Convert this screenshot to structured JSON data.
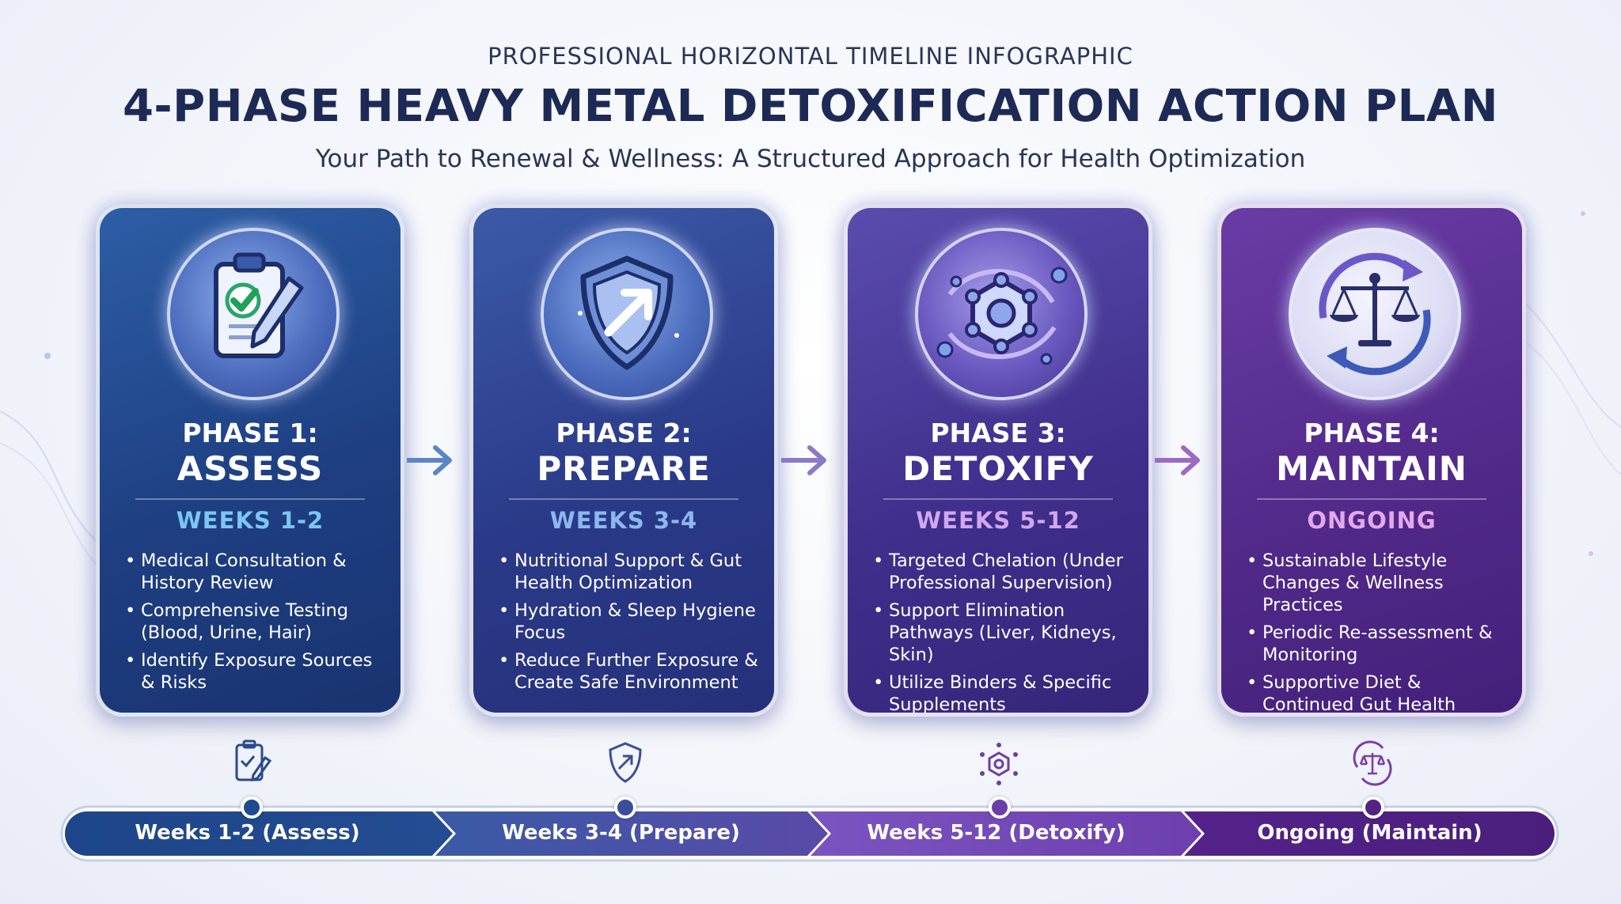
{
  "header": {
    "kicker": "PROFESSIONAL HORIZONTAL TIMELINE INFOGRAPHIC",
    "title": "4-PHASE HEAVY METAL DETOXIFICATION ACTION PLAN",
    "subtitle": "Your Path to Renewal & Wellness: A Structured Approach for Health Optimization"
  },
  "phases": [
    {
      "label": "PHASE 1:",
      "name": "ASSESS",
      "weeks": "WEEKS 1-2",
      "icon": "clipboard-check-icon",
      "bullets": [
        "Medical Consultation & History Review",
        "Comprehensive Testing (Blood, Urine, Hair)",
        "Identify Exposure Sources & Risks"
      ]
    },
    {
      "label": "PHASE 2:",
      "name": "PREPARE",
      "weeks": "WEEKS 3-4",
      "icon": "shield-arrow-icon",
      "bullets": [
        "Nutritional Support & Gut Health Optimization",
        "Hydration & Sleep Hygiene Focus",
        "Reduce Further Exposure & Create Safe Environment"
      ]
    },
    {
      "label": "PHASE 3:",
      "name": "DETOXIFY",
      "weeks": "WEEKS 5-12",
      "icon": "molecule-icon",
      "bullets": [
        "Targeted Chelation (Under Professional Supervision)",
        "Support Elimination Pathways (Liver, Kidneys, Skin)",
        "Utilize Binders & Specific Supplements"
      ]
    },
    {
      "label": "PHASE 4:",
      "name": "MAINTAIN",
      "weeks": "ONGOING",
      "icon": "balance-scale-icon",
      "bullets": [
        "Sustainable Lifestyle Changes & Wellness Practices",
        "Periodic Re-assessment & Monitoring",
        "Supportive Diet & Continued Gut Health"
      ]
    }
  ],
  "timeline": [
    "Weeks 1-2 (Assess)",
    "Weeks 3-4 (Prepare)",
    "Weeks 5-12 (Detoxify)",
    "Ongoing (Maintain)"
  ],
  "colors": {
    "phase1": "#1f4a8f",
    "phase2": "#2f3f8f",
    "phase3": "#5a3aa3",
    "phase4": "#4f2584",
    "title": "#1d2a55",
    "arrow": "#7a96d6"
  }
}
